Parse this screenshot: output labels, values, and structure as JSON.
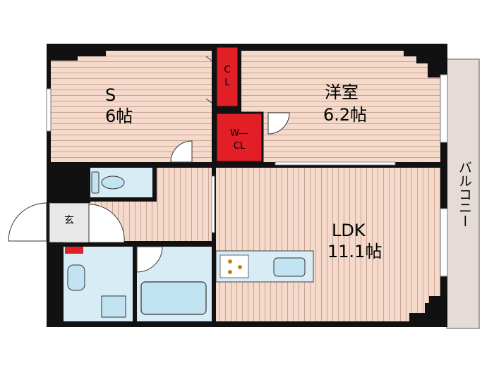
{
  "rooms": {
    "s": {
      "name": "S",
      "size": "6帖"
    },
    "western": {
      "name": "洋室",
      "size": "6.2帖"
    },
    "ldk": {
      "name": "LDK",
      "size": "11.1帖"
    },
    "closet": {
      "line1": "C",
      "line2": "L"
    },
    "walkin_closet": {
      "line1": "W―",
      "line2": "CL"
    },
    "entrance": {
      "name": "玄"
    },
    "balcony": {
      "name": "バルコニー"
    }
  },
  "colors": {
    "floor": "#f5d9cb",
    "floor_line": "#c9a594",
    "wall": "#111111",
    "closet": "#e21f26",
    "wet_area": "#d8ecf6",
    "fixture": "#c2e4f2",
    "balcony": "#e5dcd7"
  }
}
